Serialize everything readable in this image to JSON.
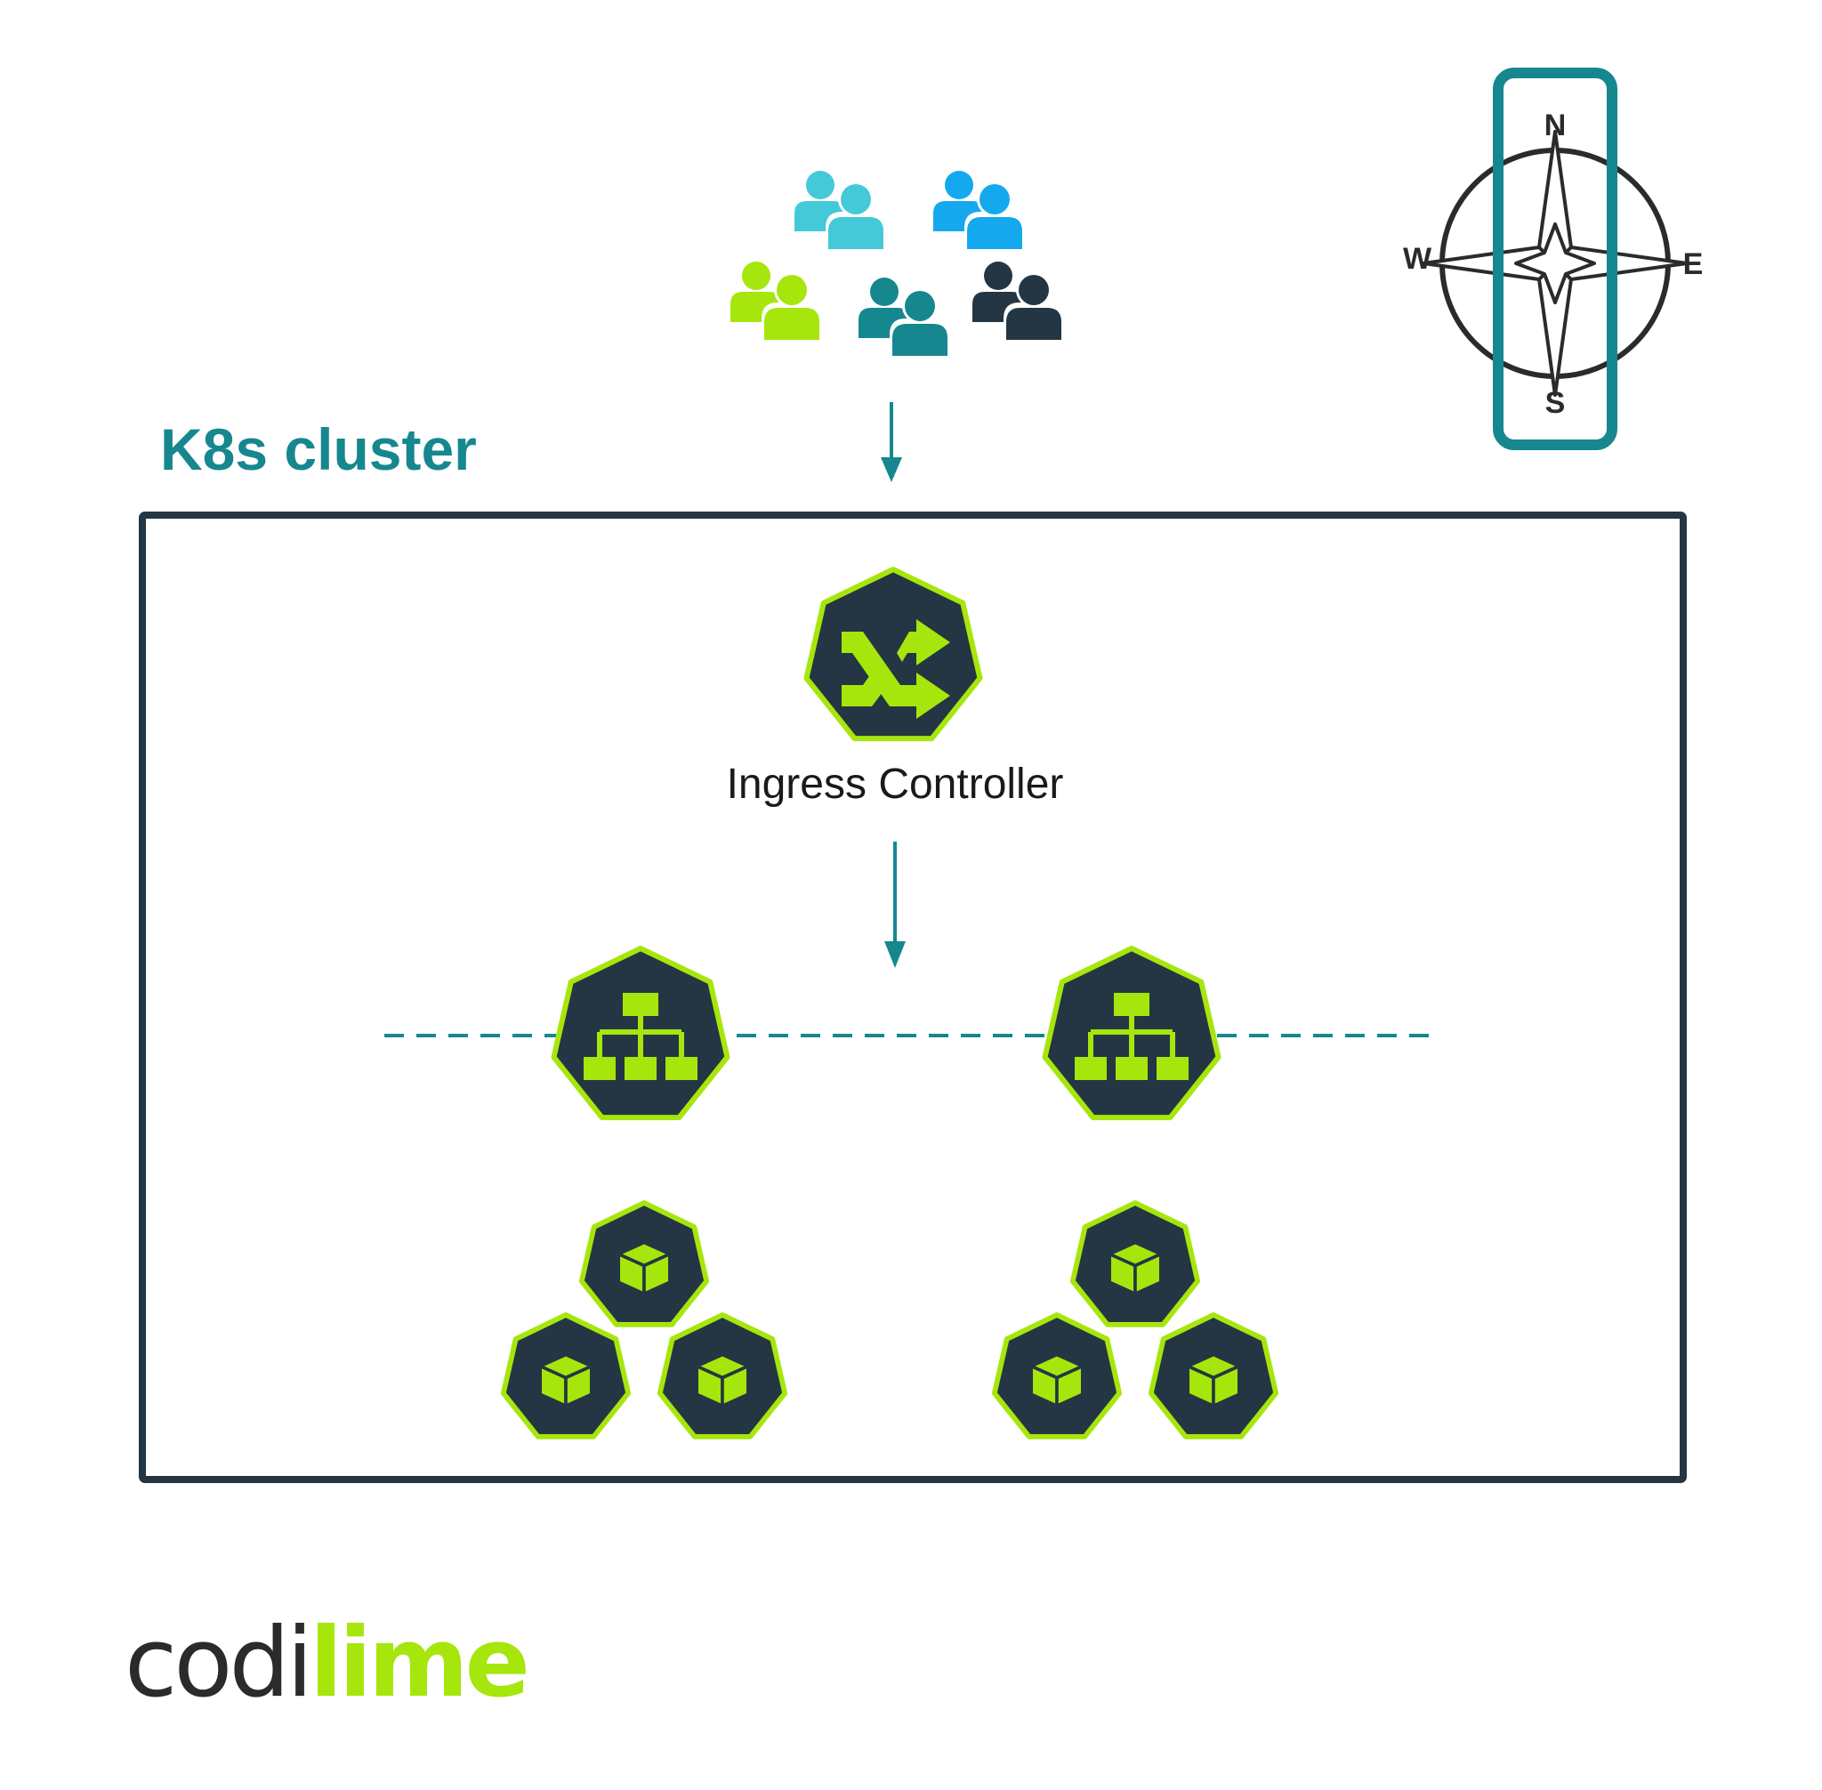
{
  "cluster": {
    "title": "K8s cluster"
  },
  "ingress": {
    "label": "Ingress Controller"
  },
  "compass": {
    "n": "N",
    "s": "S",
    "e": "E",
    "w": "W"
  },
  "brand": {
    "part1": "codi",
    "part2": "lime"
  },
  "colors": {
    "teal": "#17878f",
    "navy": "#243643",
    "lime": "#a6e60c",
    "cyan": "#44c9d8",
    "sky": "#14a9ef",
    "dark_text": "#1a1a1a"
  },
  "icons": {
    "users_groups": [
      "users-group-cyan-icon",
      "users-group-blue-icon",
      "users-group-lime-icon",
      "users-group-teal-icon",
      "users-group-navy-icon"
    ],
    "ingress": "shuffle-arrows-icon",
    "services": [
      "service-hierarchy-icon",
      "service-hierarchy-icon"
    ],
    "pods": [
      "pod-cube-icon",
      "pod-cube-icon",
      "pod-cube-icon",
      "pod-cube-icon",
      "pod-cube-icon",
      "pod-cube-icon"
    ],
    "compass": "compass-rose-icon"
  }
}
